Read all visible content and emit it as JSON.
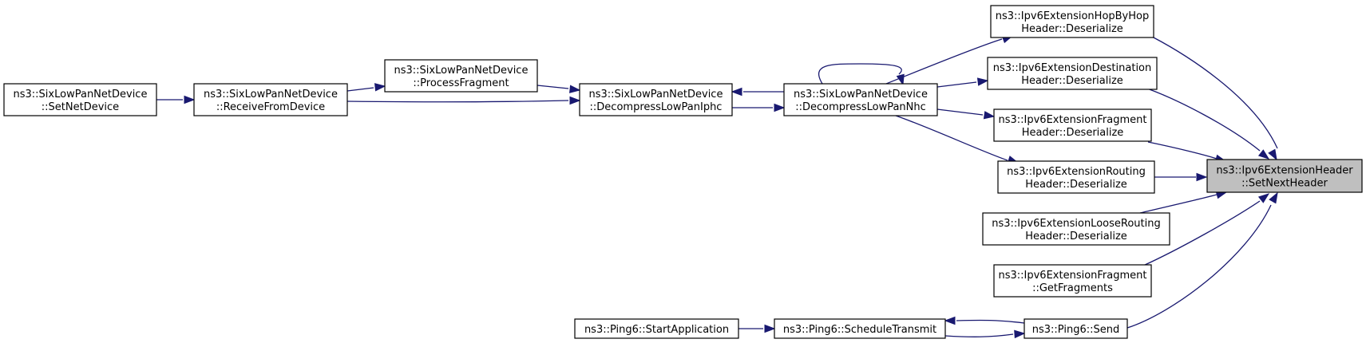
{
  "graph": {
    "edge_color": "#191970",
    "highlight_fill": "#bfbfbf",
    "nodes": [
      {
        "id": "set_next_header",
        "name": "node-setnextheader",
        "lines": [
          "ns3::Ipv6ExtensionHeader",
          "::SetNextHeader"
        ],
        "highlight": true
      },
      {
        "id": "hopbyhop_deser",
        "name": "node-ipv6extensionhopbyhopheader-deserialize",
        "lines": [
          "ns3::Ipv6ExtensionHopByHop",
          "Header::Deserialize"
        ]
      },
      {
        "id": "destination_deser",
        "name": "node-ipv6extensiondestinationheader-deserialize",
        "lines": [
          "ns3::Ipv6ExtensionDestination",
          "Header::Deserialize"
        ]
      },
      {
        "id": "fragment_deser",
        "name": "node-ipv6extensionfragmentheader-deserialize",
        "lines": [
          "ns3::Ipv6ExtensionFragment",
          "Header::Deserialize"
        ]
      },
      {
        "id": "routing_deser",
        "name": "node-ipv6extensionroutingheader-deserialize",
        "lines": [
          "ns3::Ipv6ExtensionRouting",
          "Header::Deserialize"
        ]
      },
      {
        "id": "looserouting_deser",
        "name": "node-ipv6extensionlooseroutingheader-deserialize",
        "lines": [
          "ns3::Ipv6ExtensionLooseRouting",
          "Header::Deserialize"
        ]
      },
      {
        "id": "fragment_getfragments",
        "name": "node-ipv6extensionfragment-getfragments",
        "lines": [
          "ns3::Ipv6ExtensionFragment",
          "::GetFragments"
        ]
      },
      {
        "id": "ping6_send",
        "name": "node-ping6-send",
        "lines": [
          "ns3::Ping6::Send"
        ]
      },
      {
        "id": "decompress_nhc",
        "name": "node-sixlowpannetdevice-decompresslowpannhc",
        "lines": [
          "ns3::SixLowPanNetDevice",
          "::DecompressLowPanNhc"
        ]
      },
      {
        "id": "decompress_iphc",
        "name": "node-sixlowpannetdevice-decompresslowpaniphc",
        "lines": [
          "ns3::SixLowPanNetDevice",
          "::DecompressLowPanIphc"
        ]
      },
      {
        "id": "process_fragment",
        "name": "node-sixlowpannetdevice-processfragment",
        "lines": [
          "ns3::SixLowPanNetDevice",
          "::ProcessFragment"
        ]
      },
      {
        "id": "receive_from_device",
        "name": "node-sixlowpannetdevice-receivefromdevice",
        "lines": [
          "ns3::SixLowPanNetDevice",
          "::ReceiveFromDevice"
        ]
      },
      {
        "id": "set_net_device",
        "name": "node-sixlowpannetdevice-setnetdevice",
        "lines": [
          "ns3::SixLowPanNetDevice",
          "::SetNetDevice"
        ]
      },
      {
        "id": "schedule_transmit",
        "name": "node-ping6-scheduletransmit",
        "lines": [
          "ns3::Ping6::ScheduleTransmit"
        ]
      },
      {
        "id": "start_application",
        "name": "node-ping6-startapplication",
        "lines": [
          "ns3::Ping6::StartApplication"
        ]
      }
    ]
  }
}
